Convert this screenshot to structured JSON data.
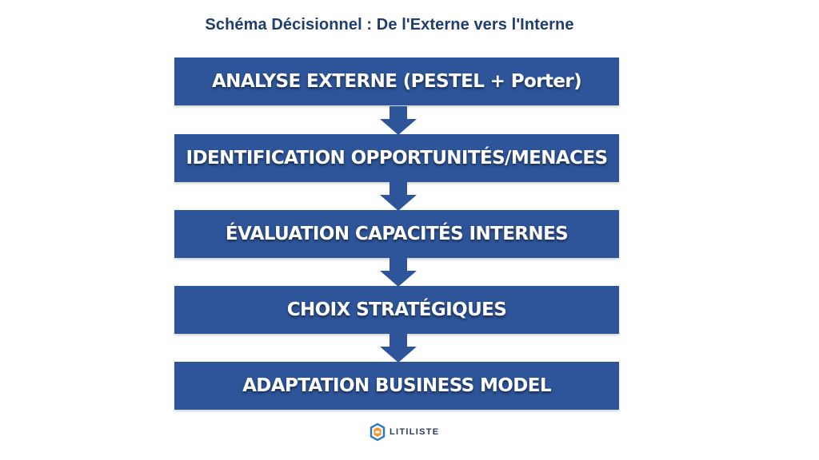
{
  "title": "Schéma Décisionnel : De l'Externe vers l'Interne",
  "steps": [
    {
      "label": "ANALYSE EXTERNE (PESTEL + Porter)"
    },
    {
      "label": "IDENTIFICATION OPPORTUNITÉS/MENACES"
    },
    {
      "label": "ÉVALUATION CAPACITÉS INTERNES"
    },
    {
      "label": "CHOIX STRATÉGIQUES"
    },
    {
      "label": "ADAPTATION BUSINESS MODEL"
    }
  ],
  "logo": {
    "text": "LITILISTE",
    "icon": "hexagon-logo-icon"
  },
  "colors": {
    "box": "#2e559a",
    "title": "#1f3d6e",
    "text": "#ffffff",
    "logo_orange": "#f0942b",
    "logo_blue": "#2b78c2"
  }
}
